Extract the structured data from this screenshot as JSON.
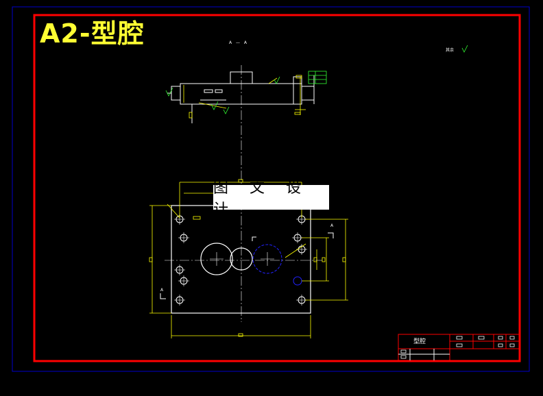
{
  "title": "A2-型腔",
  "watermark": "图 文 设 计",
  "section_label": "A — A",
  "section_marker": "A",
  "roughness_note": "其余",
  "title_block": {
    "part_name": "型腔"
  },
  "colors": {
    "background": "#000000",
    "outer_frame": "#0000cc",
    "border": "#ff0000",
    "title": "#ffff33",
    "outline": "#ffffff",
    "dimension": "#ffff00",
    "centerline": "#ffffff",
    "hidden_hole": "#2222ff",
    "annotation": "#33ff33"
  }
}
